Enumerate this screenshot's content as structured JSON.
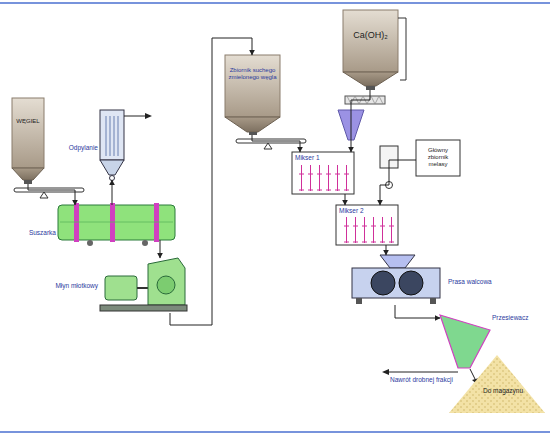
{
  "diagram": {
    "nodes": [
      {
        "text": [
          "WĘGIEL"
        ]
      },
      {
        "text": [
          "Odpylanie"
        ]
      },
      {
        "text": [
          "Suszarka"
        ]
      },
      {
        "text": [
          "Młyn młotkowy"
        ]
      },
      {
        "text": [
          "Zbiornik suchego zmielonego węgla"
        ]
      },
      {
        "text": [
          "Ca(OH)₂"
        ]
      },
      {
        "text": [
          "Mikser 1"
        ]
      },
      {
        "text": [
          "Główny zbiornik melasy"
        ]
      },
      {
        "text": [
          "Mikser 2"
        ]
      },
      {
        "text": [
          "Prasa walcowa"
        ]
      },
      {
        "text": [
          "Przesiewacz"
        ]
      }
    ],
    "edges": [
      {
        "from": 0,
        "to": 2,
        "arrow": "to"
      },
      {
        "from": 2,
        "to": 1,
        "arrow": "to"
      },
      {
        "from": 2,
        "to": 3,
        "arrow": "to"
      },
      {
        "from": 3,
        "to": 4,
        "arrow": "to"
      },
      {
        "from": 4,
        "to": 6,
        "arrow": "to"
      },
      {
        "from": 5,
        "to": 6,
        "arrow": "to"
      },
      {
        "from": 7,
        "to": 8,
        "arrow": "to"
      },
      {
        "from": 6,
        "to": 8,
        "arrow": "to"
      },
      {
        "from": 8,
        "to": 9,
        "arrow": "to"
      },
      {
        "from": 9,
        "to": 10,
        "arrow": "to"
      }
    ],
    "labels": [
      "Nawrót drobnej frakcji",
      "Do magazynu"
    ]
  }
}
